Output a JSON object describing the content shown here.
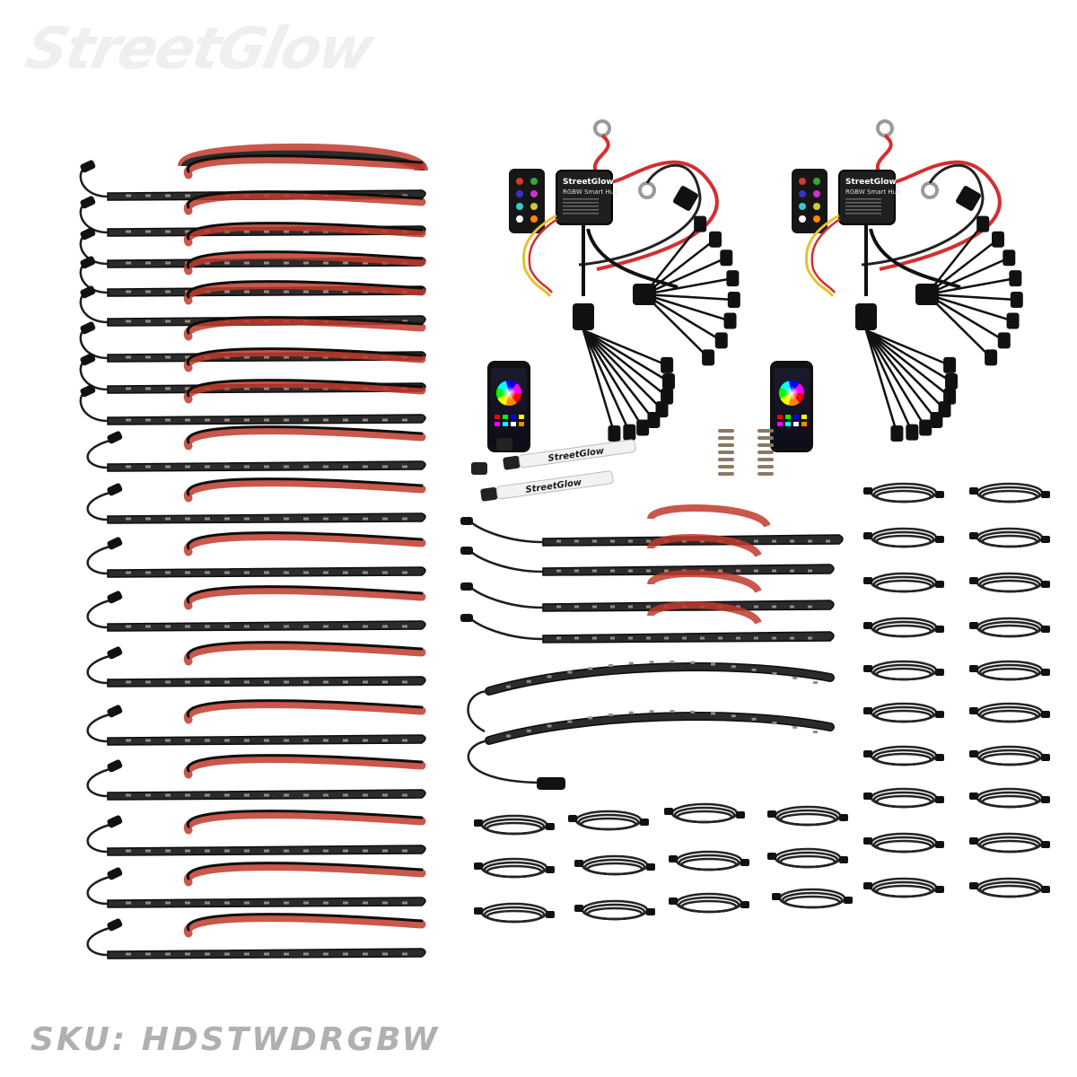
{
  "brand": {
    "watermark": "StreetGlow"
  },
  "sku": "SKU: HDSTWDRGBW",
  "hubs": [
    {
      "logo": "StreetGlow",
      "title": "RGBW Smart Hub"
    },
    {
      "logo": "StreetGlow",
      "title": "RGBW Smart Hub"
    }
  ],
  "pens": [
    {
      "label": "StreetGlow"
    },
    {
      "label": "StreetGlow"
    }
  ],
  "colors": {
    "strip": "#2b2b2b",
    "strip_edge": "#0d0d0d",
    "adhesive": "#c0392b",
    "led": "#9a8a7a",
    "cable": "#1e1e1e",
    "red_wire": "#d32f2f",
    "watermark": "#efefef",
    "sku": "#b0b0b0"
  },
  "icons": [
    "phone-app-icon",
    "remote-icon",
    "hub-box-icon",
    "fuse-holder-icon",
    "cable-coil-icon",
    "screw-icon"
  ]
}
